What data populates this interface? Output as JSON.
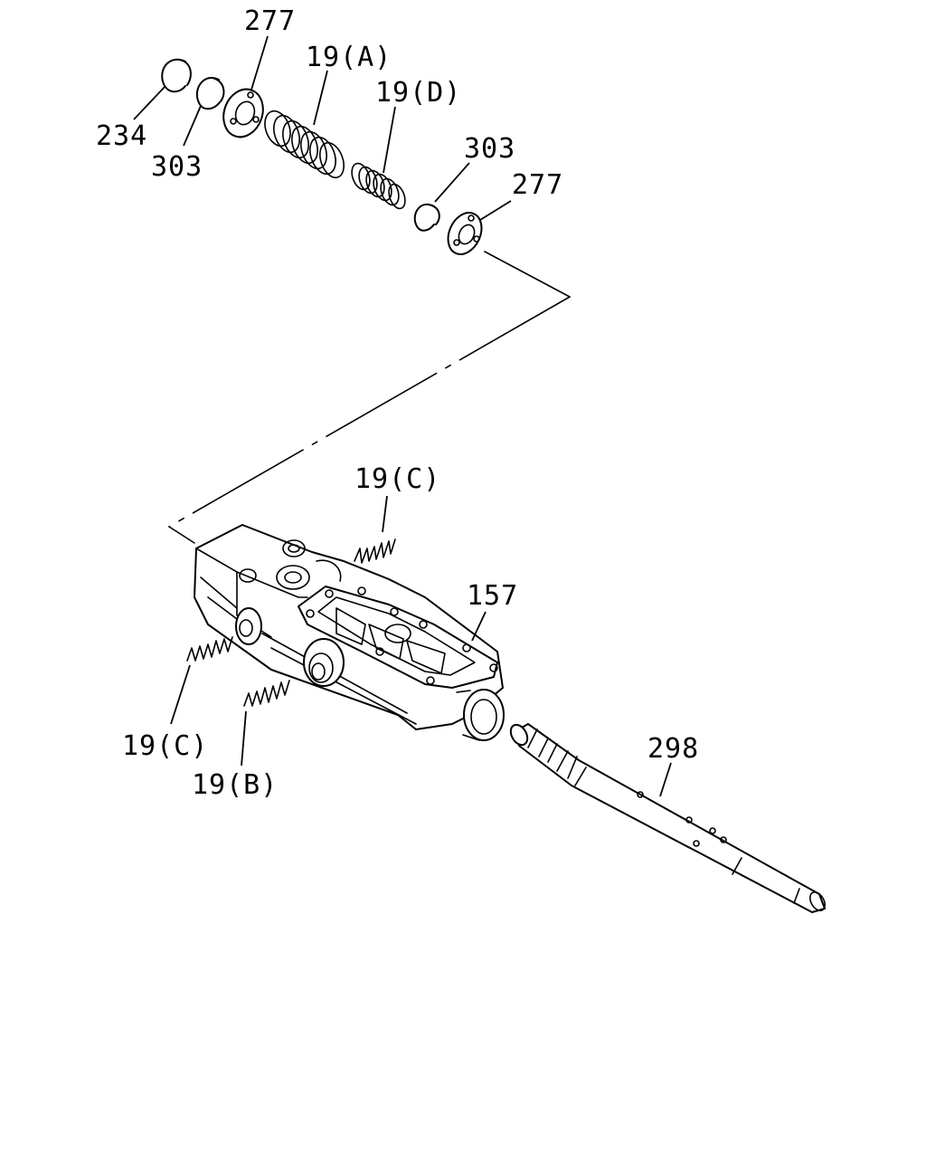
{
  "diagram": {
    "labels": {
      "snap_ring_234": "234",
      "snap_ring_303_top": "303",
      "retainer_277_top": "277",
      "spring_19a": "19(A)",
      "spring_19d": "19(D)",
      "snap_ring_303_right": "303",
      "retainer_277_right": "277",
      "spring_19c_top": "19(C)",
      "valve_body_157": "157",
      "spring_19c_left": "19(C)",
      "spring_19b": "19(B)",
      "shaft_298": "298"
    },
    "line_color": "#000000",
    "background_color": "#ffffff"
  }
}
